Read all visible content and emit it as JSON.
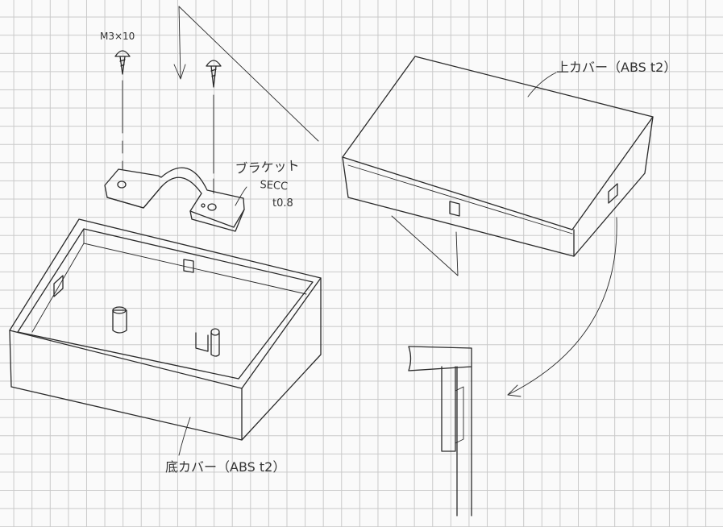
{
  "labels": {
    "screw": "M3×10",
    "bracket": "ブラケット",
    "bracket_material": "SECC",
    "bracket_thickness": "t0.8",
    "top_cover": "上カバー（ABS t2）",
    "bottom_cover": "底カバー（ABS t2）"
  }
}
